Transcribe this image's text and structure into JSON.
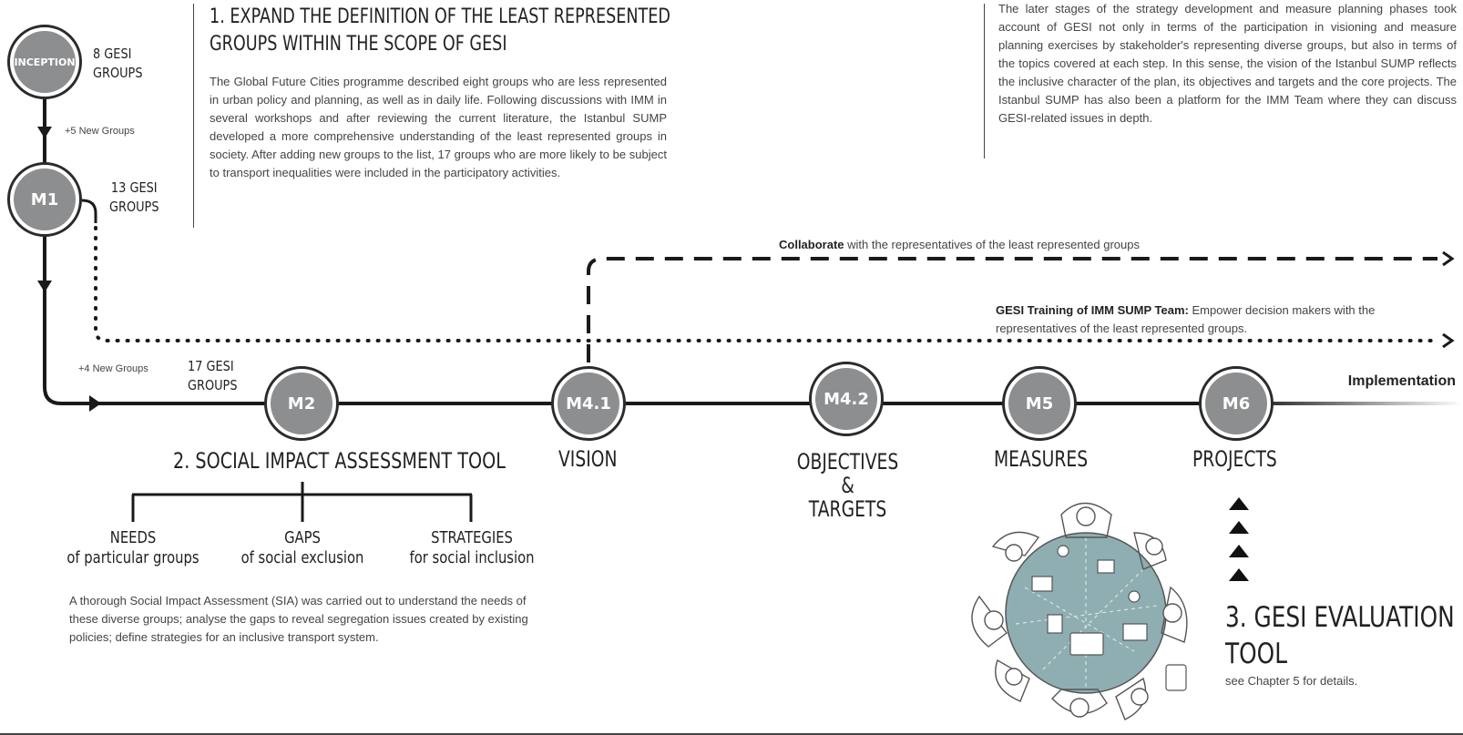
{
  "timeline": {
    "inception": {
      "label": "INCEPTION",
      "groups": "8 GESI\nGROUPS"
    },
    "new_groups_1": "+5 New Groups",
    "m1": {
      "label": "M1",
      "groups": "13 GESI\nGROUPS"
    },
    "new_groups_2": "+4 New Groups",
    "groups_17": "17 GESI\nGROUPS",
    "m2": "M2",
    "m41": "M4.1",
    "m42": "M4.2",
    "m5": "M5",
    "m6": "M6",
    "implementation": "Implementation"
  },
  "section1": {
    "heading_line1": "1. EXPAND THE DEFINITION OF THE LEAST REPRESENTED",
    "heading_line2": "GROUPS WITHIN THE SCOPE OF GESI",
    "body": "The Global Future Cities programme described eight groups who are less represented in urban policy and planning, as well as in daily life. Following discussions with IMM in several workshops and after reviewing the current literature, the Istanbul SUMP developed a more comprehensive understanding of the least represented groups in society. After adding new groups to the list, 17 groups who are more likely to be subject to transport inequalities were included in the participatory activities."
  },
  "top_right_text": "The later stages of the strategy development and measure planning phases took account of GESI not only in terms of the participation in visioning and measure planning exercises by stakeholder's representing diverse groups, but also in terms of the topics covered at each step. In this sense, the vision of the Istanbul SUMP reflects the inclusive character of the plan, its objectives and targets and the core projects. The Istanbul SUMP has also been a platform for the IMM Team where they can discuss GESI-related issues in depth.",
  "collaborate": {
    "bold": "Collaborate",
    "rest": " with the representatives of the least represented groups"
  },
  "training": {
    "bold": "GESI Training of IMM SUMP Team:",
    "rest": " Empower decision makers with the representatives of the least represented groups."
  },
  "section2": {
    "heading": "2. SOCIAL IMPACT ASSESSMENT TOOL",
    "needs": {
      "title": "NEEDS",
      "sub": "of particular groups"
    },
    "gaps": {
      "title": "GAPS",
      "sub": "of social exclusion"
    },
    "strategies": {
      "title": "STRATEGIES",
      "sub": "for social inclusion"
    },
    "body": "A thorough Social Impact Assessment (SIA) was carried out to understand the needs of these diverse groups; analyse the gaps to reveal segregation issues created by existing policies; define strategies for an inclusive transport system."
  },
  "stages": {
    "vision": "VISION",
    "objectives": "OBJECTIVES\n&\nTARGETS",
    "measures": "MEASURES",
    "projects": "PROJECTS"
  },
  "section3": {
    "heading_line1": "3. GESI EVALUATION",
    "heading_line2": "TOOL",
    "note": "see Chapter 5 for details."
  },
  "colors": {
    "node_fill": "#8d8e90",
    "line": "#1a1a1a",
    "table": "#8faeb2"
  }
}
